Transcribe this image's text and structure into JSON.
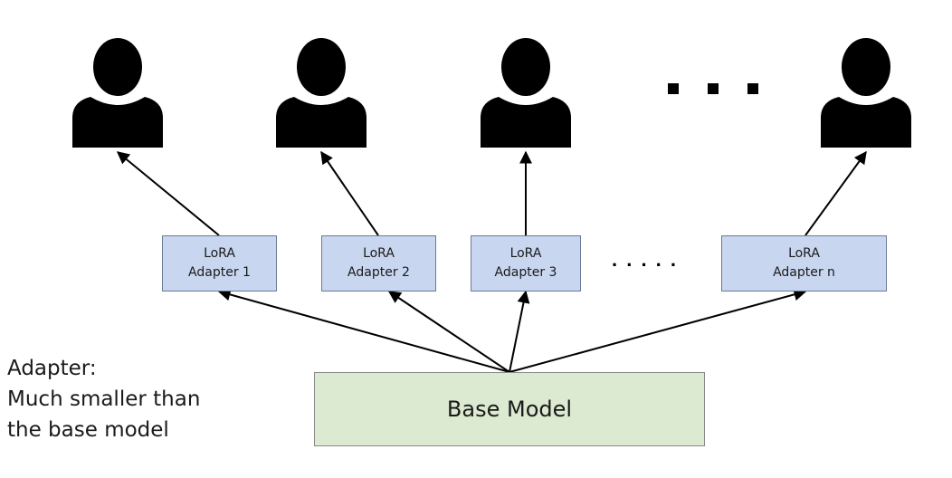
{
  "diagram": {
    "adapters": [
      {
        "line1": "LoRA",
        "line2": "Adapter 1"
      },
      {
        "line1": "LoRA",
        "line2": "Adapter 2"
      },
      {
        "line1": "LoRA",
        "line2": "Adapter 3"
      },
      {
        "line1": "LoRA",
        "line2": "Adapter n"
      }
    ],
    "base_model_label": "Base Model",
    "ellipsis_adapters": ". . . . .",
    "ellipsis_users": "■ ■ ■",
    "note": {
      "line1": "Adapter:",
      "line2": "Much smaller than",
      "line3": "the base model"
    },
    "users": [
      {
        "icon": "user-icon"
      },
      {
        "icon": "user-icon"
      },
      {
        "icon": "user-icon"
      },
      {
        "icon": "user-icon"
      }
    ],
    "colors": {
      "adapter_fill": "#c9d6ef",
      "base_fill": "#dbead0",
      "icon": "#000000"
    }
  }
}
